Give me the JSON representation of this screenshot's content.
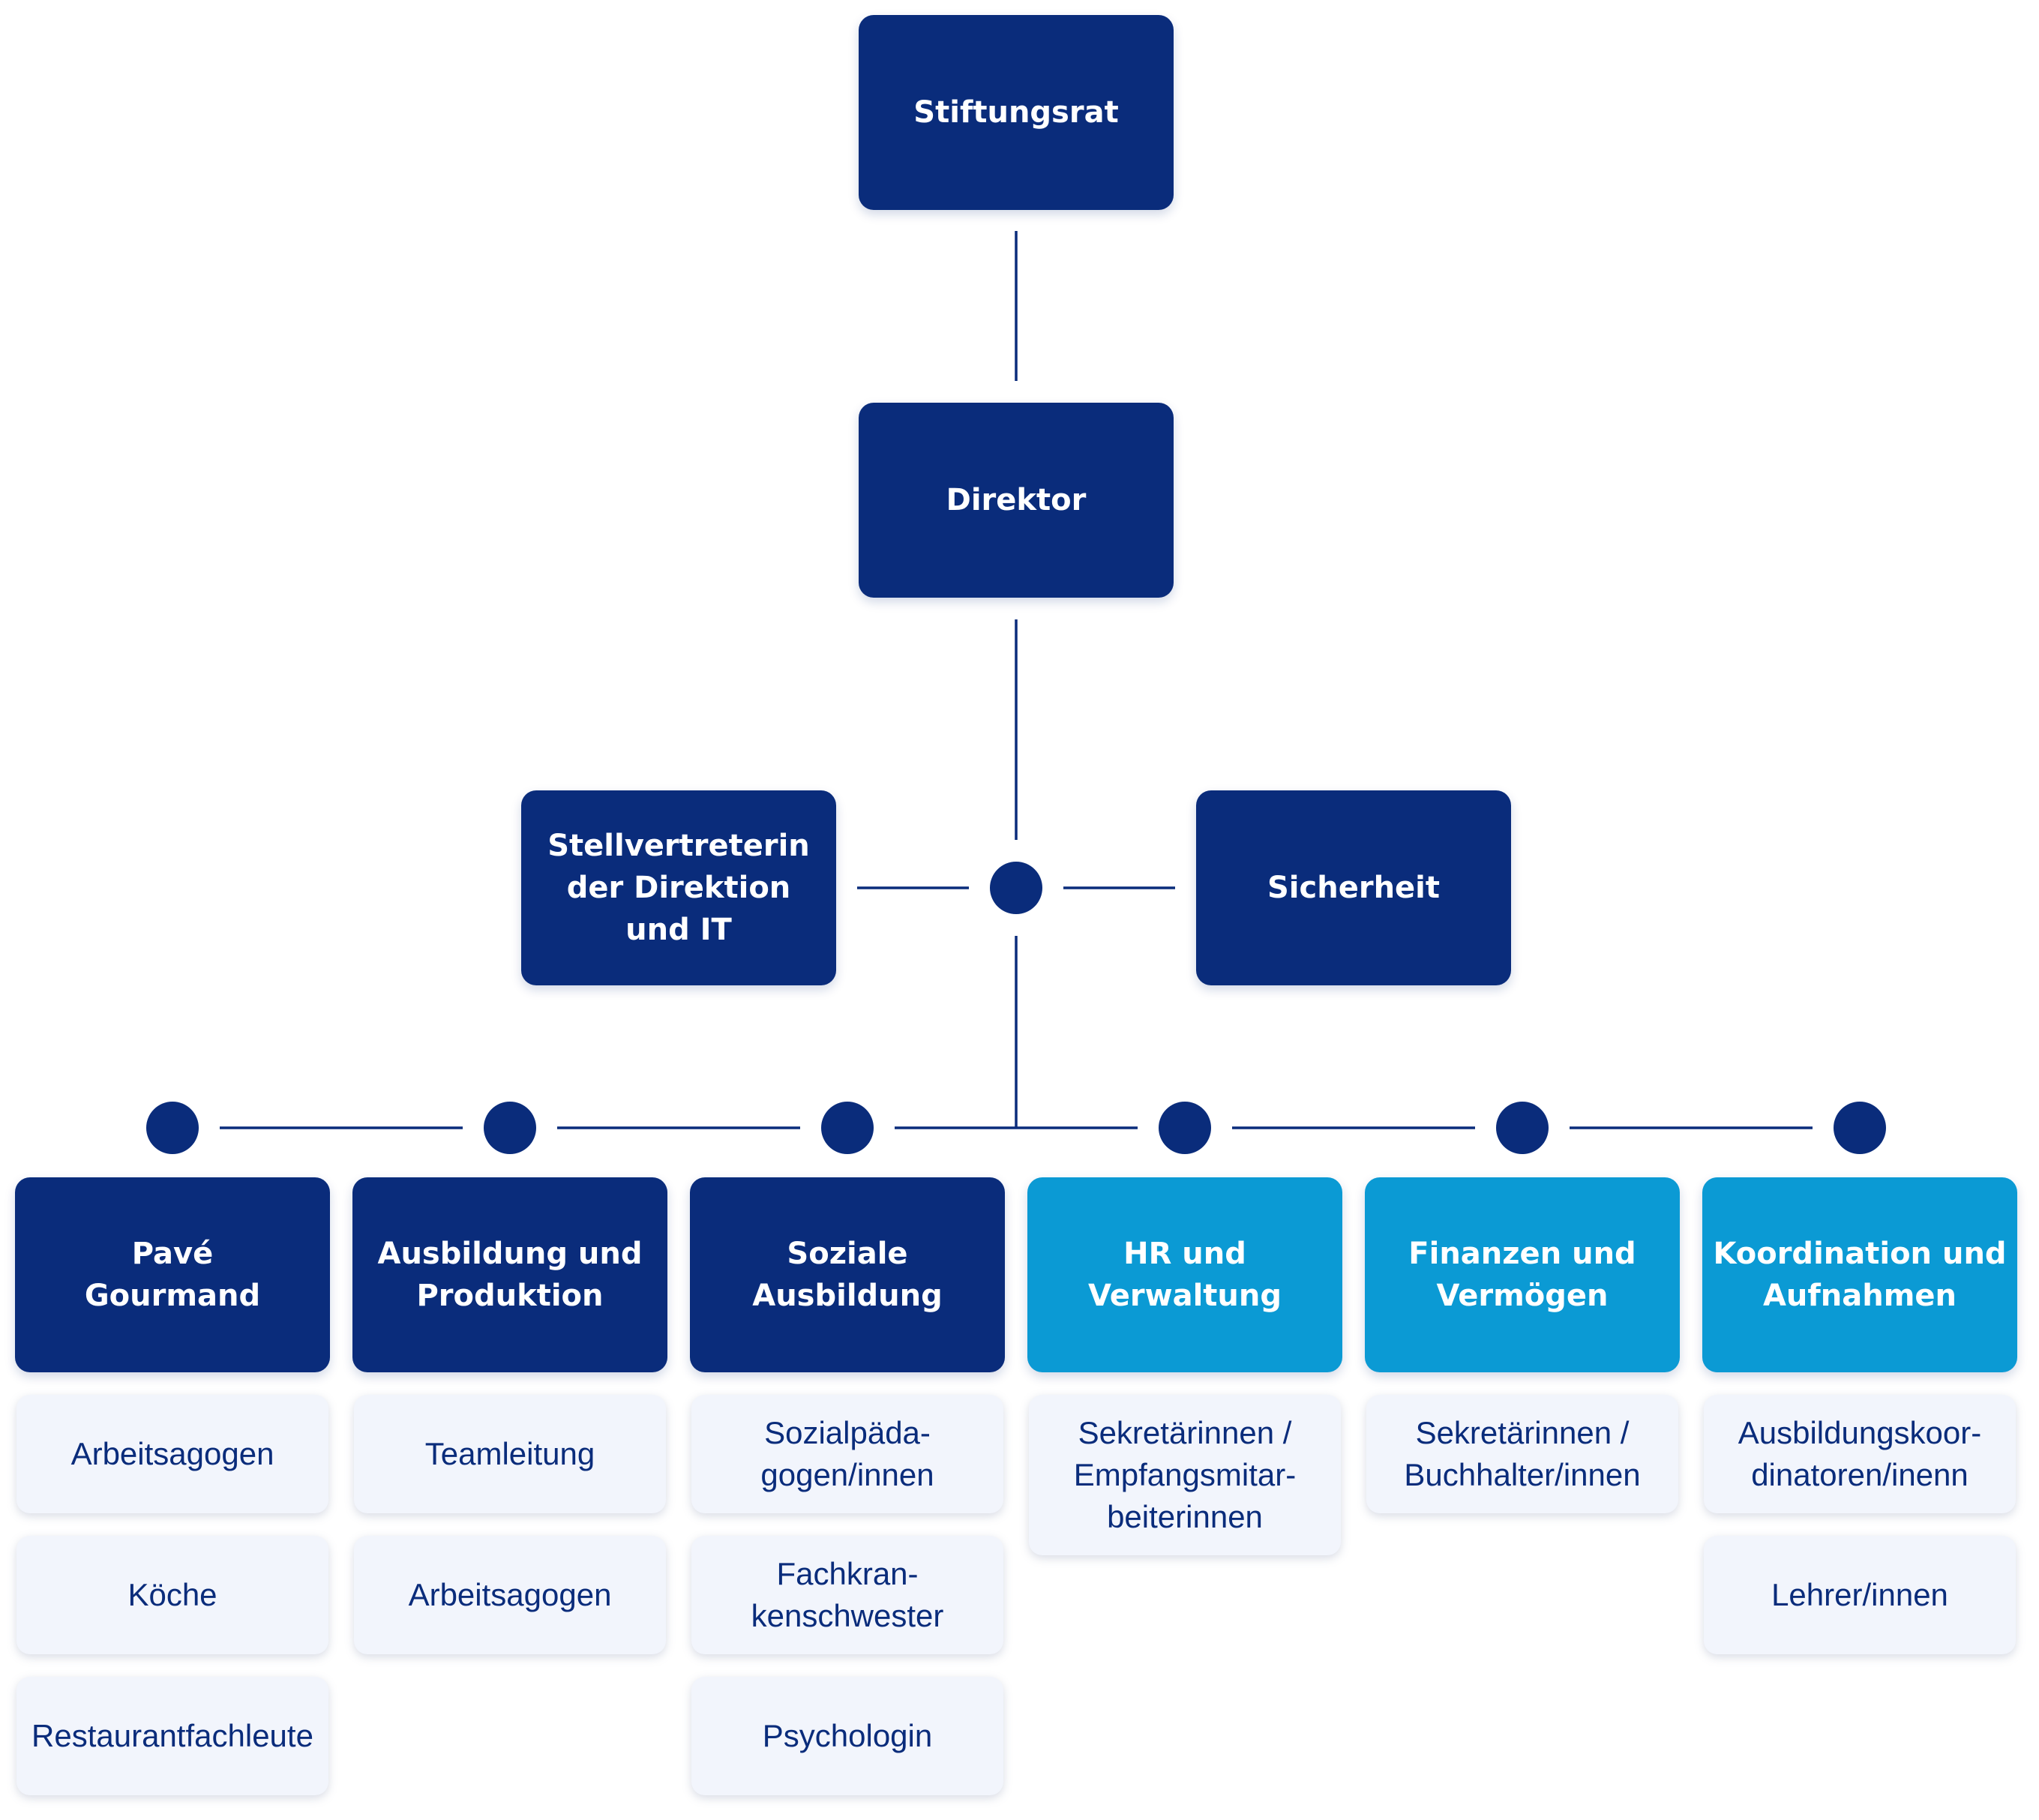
{
  "top": {
    "board": "Stiftungsrat",
    "director": "Direktor",
    "deputy": "Stellvertreterin\nder Direktion\nund IT",
    "security": "Sicherheit"
  },
  "departments": [
    {
      "title": "Pavé\nGourmand",
      "color": "#0a2c7b",
      "roles": [
        "Arbeitsagogen",
        "Köche",
        "Restaurantfachleute"
      ]
    },
    {
      "title": "Ausbildung und\nProduktion",
      "color": "#0a2c7b",
      "roles": [
        "Teamleitung",
        "Arbeitsagogen"
      ]
    },
    {
      "title": "Soziale\nAusbildung",
      "color": "#0a2c7b",
      "roles": [
        "Sozialpäda-\ngogen/innen",
        "Fachkran-\nkenschwester",
        "Psychologin"
      ]
    },
    {
      "title": "HR und\nVerwaltung",
      "color": "#0b9ad4",
      "roles": [
        "Sekretärinnen /\nEmpfangsmitar-\nbeiterinnen"
      ]
    },
    {
      "title": "Finanzen und\nVermögen",
      "color": "#0b9ad4",
      "roles": [
        "Sekretärinnen /\nBuchhalter/innen"
      ]
    },
    {
      "title": "Koordination und\nAufnahmen",
      "color": "#0b9ad4",
      "roles": [
        "Ausbildungskoor-\ndinatoren/inenn",
        "Lehrer/innen"
      ]
    }
  ]
}
